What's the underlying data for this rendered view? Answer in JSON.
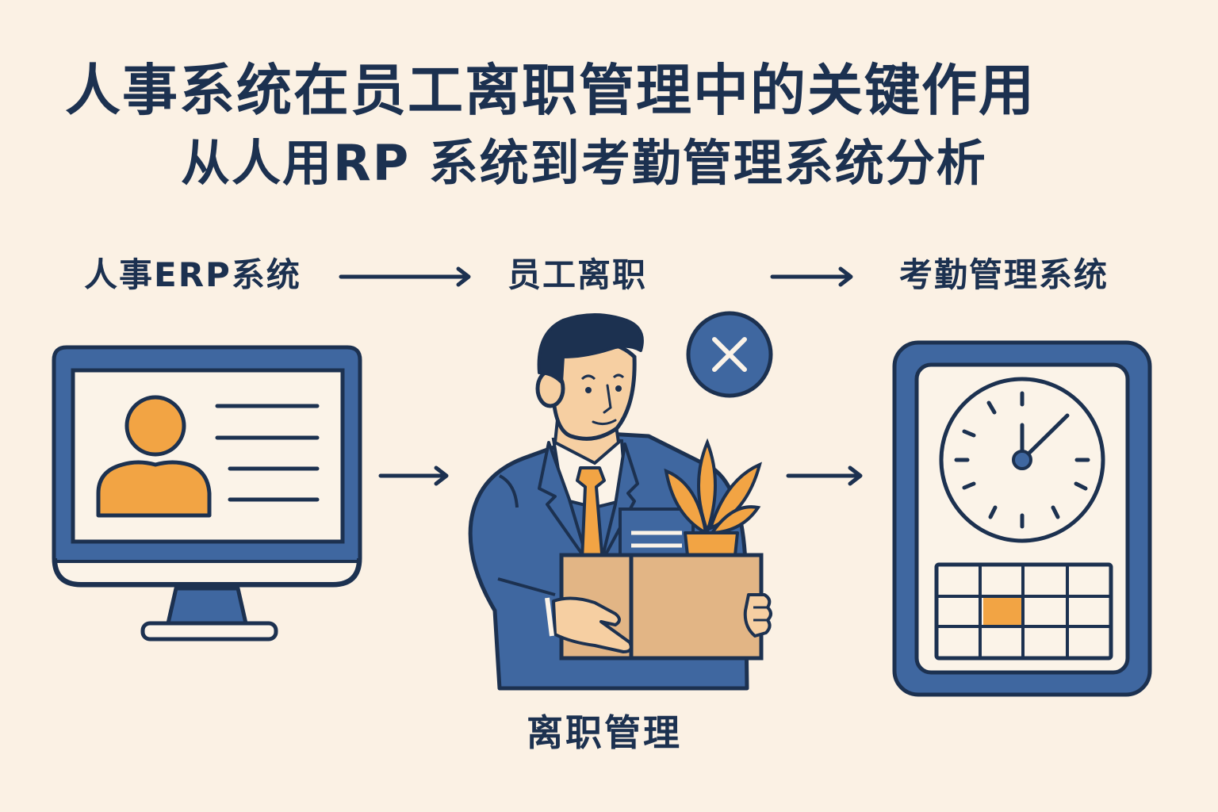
{
  "title": {
    "line1": "人事系统在员工离职管理中的关键作用",
    "line2": "从人用RP 系统到考勤管理系统分析"
  },
  "flow": {
    "steps": [
      {
        "label": "人事ERP系统",
        "icon": "computer-monitor-profile-icon"
      },
      {
        "label": "员工离职",
        "icon": "employee-leaving-with-box-icon"
      },
      {
        "label": "考勤管理系统",
        "icon": "attendance-clock-calendar-icon"
      }
    ],
    "arrows": [
      "arrow-right-icon",
      "arrow-right-icon",
      "arrow-right-icon",
      "arrow-right-icon"
    ],
    "badge_icon": "close-x-circle-icon",
    "bottom_label": "离职管理"
  },
  "colors": {
    "background": "#FBF1E4",
    "navy": "#1C3150",
    "blue": "#3F67A0",
    "orange": "#F2A444",
    "cardboard": "#E2B585",
    "skin": "#F6CFA2",
    "cream": "#FBF3E8"
  }
}
